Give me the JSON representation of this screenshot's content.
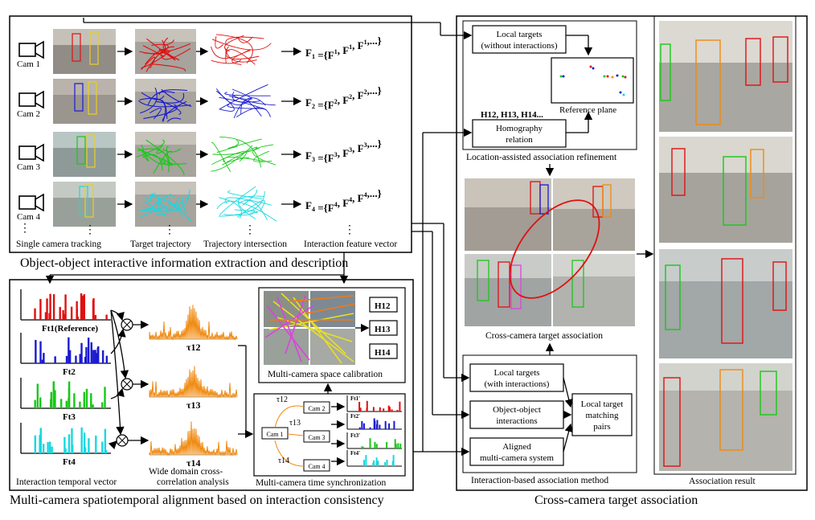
{
  "section_titles": {
    "extraction": "Object-object interactive information extraction and description",
    "alignment": "Multi-camera spatiotemporal alignment based on interaction consistency",
    "association": "Cross-camera target association"
  },
  "cameras": [
    "Cam 1",
    "Cam 2",
    "Cam 3",
    "Cam 4"
  ],
  "stage_labels": {
    "tracking": "Single camera tracking",
    "trajectory": "Target trajectory",
    "intersection": "Trajectory intersection",
    "feature_vector": "Interaction feature vector"
  },
  "feature_vectors": [
    {
      "main": "F",
      "sub": "1",
      "eq": " ={F",
      "s1": "1",
      "s2": "1",
      "s3": "1",
      "tail": ",...}"
    },
    {
      "main": "F",
      "sub": "2",
      "eq": " ={F",
      "s1": "2",
      "s2": "2",
      "s3": "2",
      "tail": ",...}"
    },
    {
      "main": "F",
      "sub": "3",
      "eq": " ={F",
      "s1": "3",
      "s2": "3",
      "s3": "3",
      "tail": ",...}"
    },
    {
      "main": "F",
      "sub": "4",
      "eq": " ={F",
      "s1": "4",
      "s2": "4",
      "s3": "4",
      "tail": ",...}"
    }
  ],
  "alignment": {
    "ft_labels": [
      "Ft1(Reference)",
      "Ft2",
      "Ft3",
      "Ft4"
    ],
    "tau_labels": [
      "τ12",
      "τ13",
      "τ14"
    ],
    "interaction_temporal_vector": "Interaction temporal vector",
    "cross_correlation_line1": "Wide domain cross-",
    "cross_correlation_line2": "correlation analysis",
    "space_calibration": "Multi-camera space calibration",
    "time_sync": "Multi-camera time synchronization",
    "homographies": [
      "H12",
      "H13",
      "H14"
    ],
    "sync_cams": [
      "Cam 1",
      "Cam 2",
      "Cam 3",
      "Cam 4"
    ],
    "sync_ft": [
      "Ft1'",
      "Ft2'",
      "Ft3'",
      "Ft4'"
    ]
  },
  "association": {
    "local_targets_no_int_1": "Local targets",
    "local_targets_no_int_2": "(without interactions)",
    "homography_list": "H12, H13, H14...",
    "homography_relation_1": "Homography",
    "homography_relation_2": "relation",
    "reference_plane": "Reference plane",
    "location_refinement": "Location-assisted association refinement",
    "cross_camera_assoc": "Cross-camera target association",
    "local_targets_int_1": "Local targets",
    "local_targets_int_2": "(with interactions)",
    "oo_int_1": "Object-object",
    "oo_int_2": "interactions",
    "aligned_1": "Aligned",
    "aligned_2": "multi-camera system",
    "matching_1": "Local target",
    "matching_2": "matching",
    "matching_3": "pairs",
    "interaction_method": "Interaction-based association method",
    "association_result": "Association result"
  },
  "colors": {
    "cam1": "#e01010",
    "cam2": "#1a1ad0",
    "cam3": "#18c818",
    "cam4": "#18d8e0",
    "corr": "#f08a10"
  }
}
